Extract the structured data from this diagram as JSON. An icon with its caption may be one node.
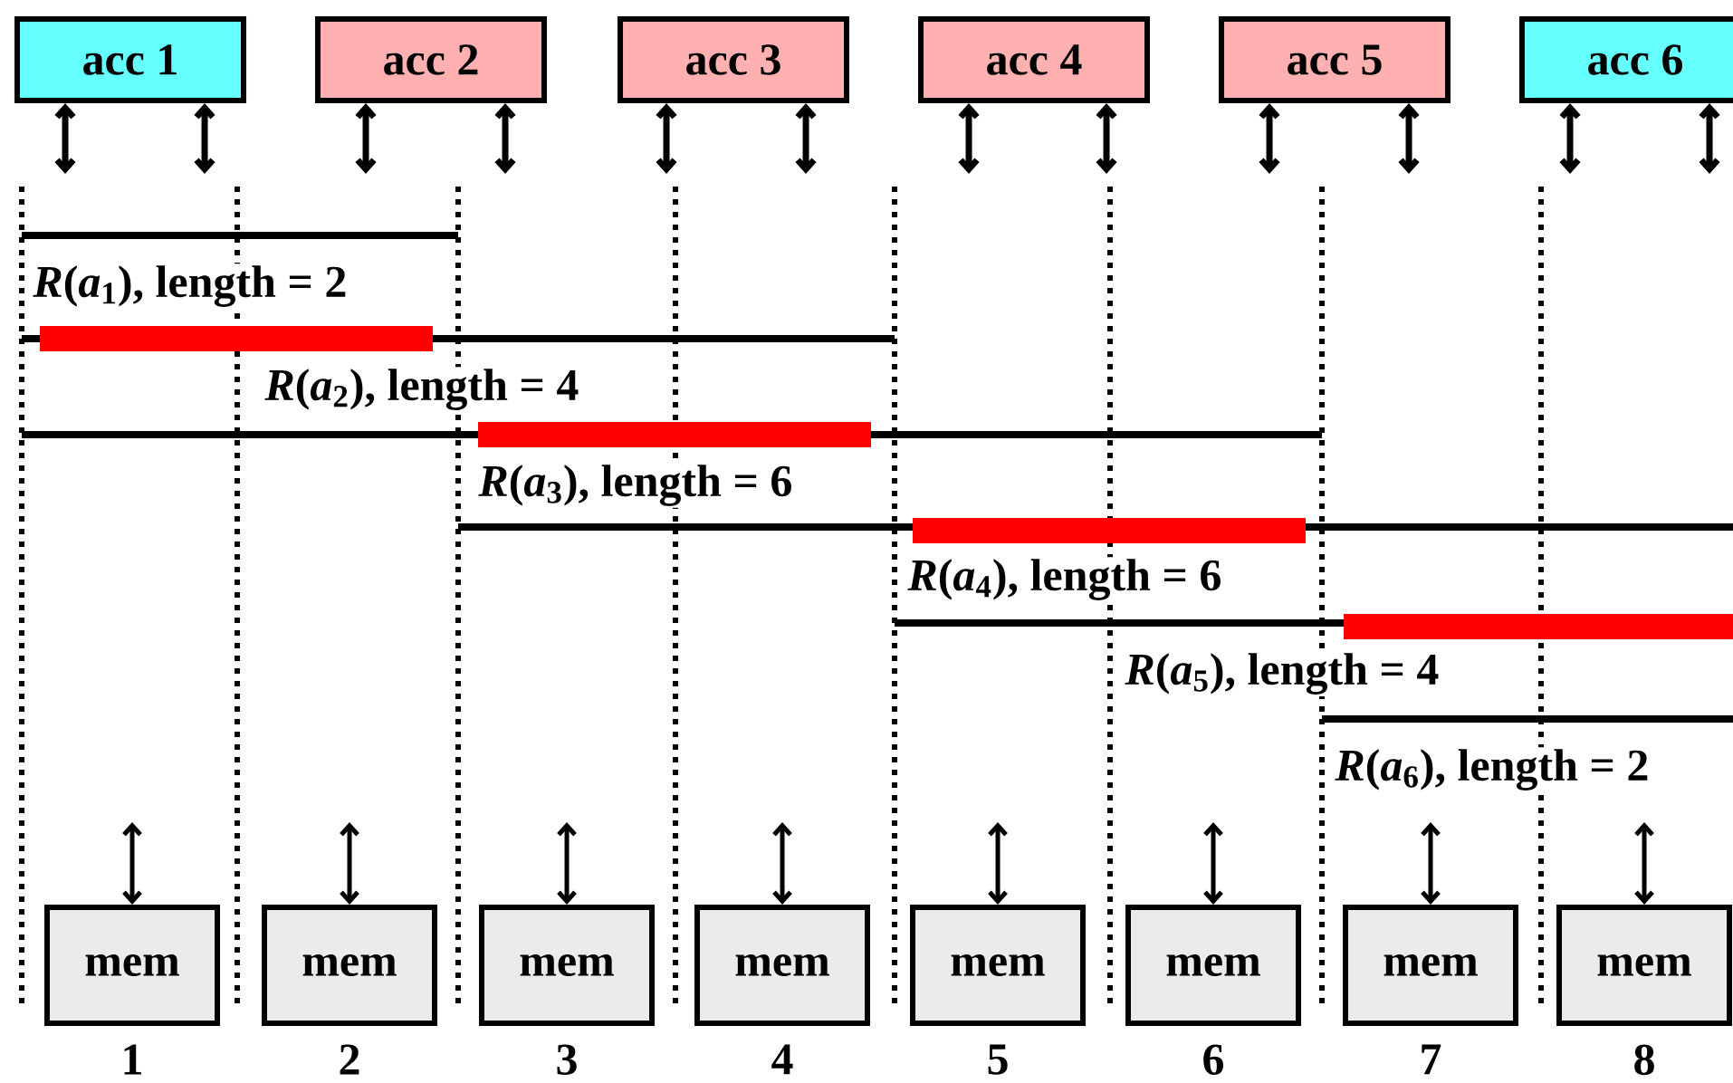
{
  "diagram": {
    "nodes": [
      {
        "text": [
          "acc 1"
        ]
      },
      {
        "text": [
          "acc 2"
        ]
      },
      {
        "text": [
          "acc 3"
        ]
      },
      {
        "text": [
          "acc 4"
        ]
      },
      {
        "text": [
          "acc 5"
        ]
      },
      {
        "text": [
          "acc 6"
        ]
      },
      {
        "text": [
          "mem"
        ],
        "beside": [
          "1"
        ]
      },
      {
        "text": [
          "mem"
        ],
        "beside": [
          "2"
        ]
      },
      {
        "text": [
          "mem"
        ],
        "beside": [
          "3"
        ]
      },
      {
        "text": [
          "mem"
        ],
        "beside": [
          "4"
        ]
      },
      {
        "text": [
          "mem"
        ],
        "beside": [
          "5"
        ]
      },
      {
        "text": [
          "mem"
        ],
        "beside": [
          "6"
        ]
      },
      {
        "text": [
          "mem"
        ],
        "beside": [
          "7"
        ]
      },
      {
        "text": [
          "mem"
        ],
        "beside": [
          "8"
        ]
      }
    ],
    "edges": [
      {
        "from": 0,
        "to": null,
        "arrow": "both"
      },
      {
        "from": 0,
        "to": null,
        "arrow": "both"
      },
      {
        "from": 1,
        "to": null,
        "arrow": "both"
      },
      {
        "from": 1,
        "to": null,
        "arrow": "both"
      },
      {
        "from": 2,
        "to": null,
        "arrow": "both"
      },
      {
        "from": 2,
        "to": null,
        "arrow": "both"
      },
      {
        "from": 3,
        "to": null,
        "arrow": "both"
      },
      {
        "from": 3,
        "to": null,
        "arrow": "both"
      },
      {
        "from": 4,
        "to": null,
        "arrow": "both"
      },
      {
        "from": 4,
        "to": null,
        "arrow": "both"
      },
      {
        "from": 5,
        "to": null,
        "arrow": "both"
      },
      {
        "from": 5,
        "to": null,
        "arrow": "both"
      },
      {
        "from": null,
        "to": 6,
        "arrow": "both"
      },
      {
        "from": null,
        "to": 7,
        "arrow": "both"
      },
      {
        "from": null,
        "to": 8,
        "arrow": "both"
      },
      {
        "from": null,
        "to": 9,
        "arrow": "both"
      },
      {
        "from": null,
        "to": 10,
        "arrow": "both"
      },
      {
        "from": null,
        "to": 11,
        "arrow": "both"
      },
      {
        "from": null,
        "to": 12,
        "arrow": "both"
      },
      {
        "from": null,
        "to": 13,
        "arrow": "both"
      }
    ],
    "labels": [
      "*R*(*a*$_{1}$), length = 2",
      "*R*(*a*$_{2}$), length = 4",
      "*R*(*a*$_{3}$), length = 6",
      "*R*(*a*$_{4}$), length = 6",
      "*R*(*a*$_{5}$), length = 4",
      "*R*(*a*$_{6}$), length = 2"
    ]
  }
}
